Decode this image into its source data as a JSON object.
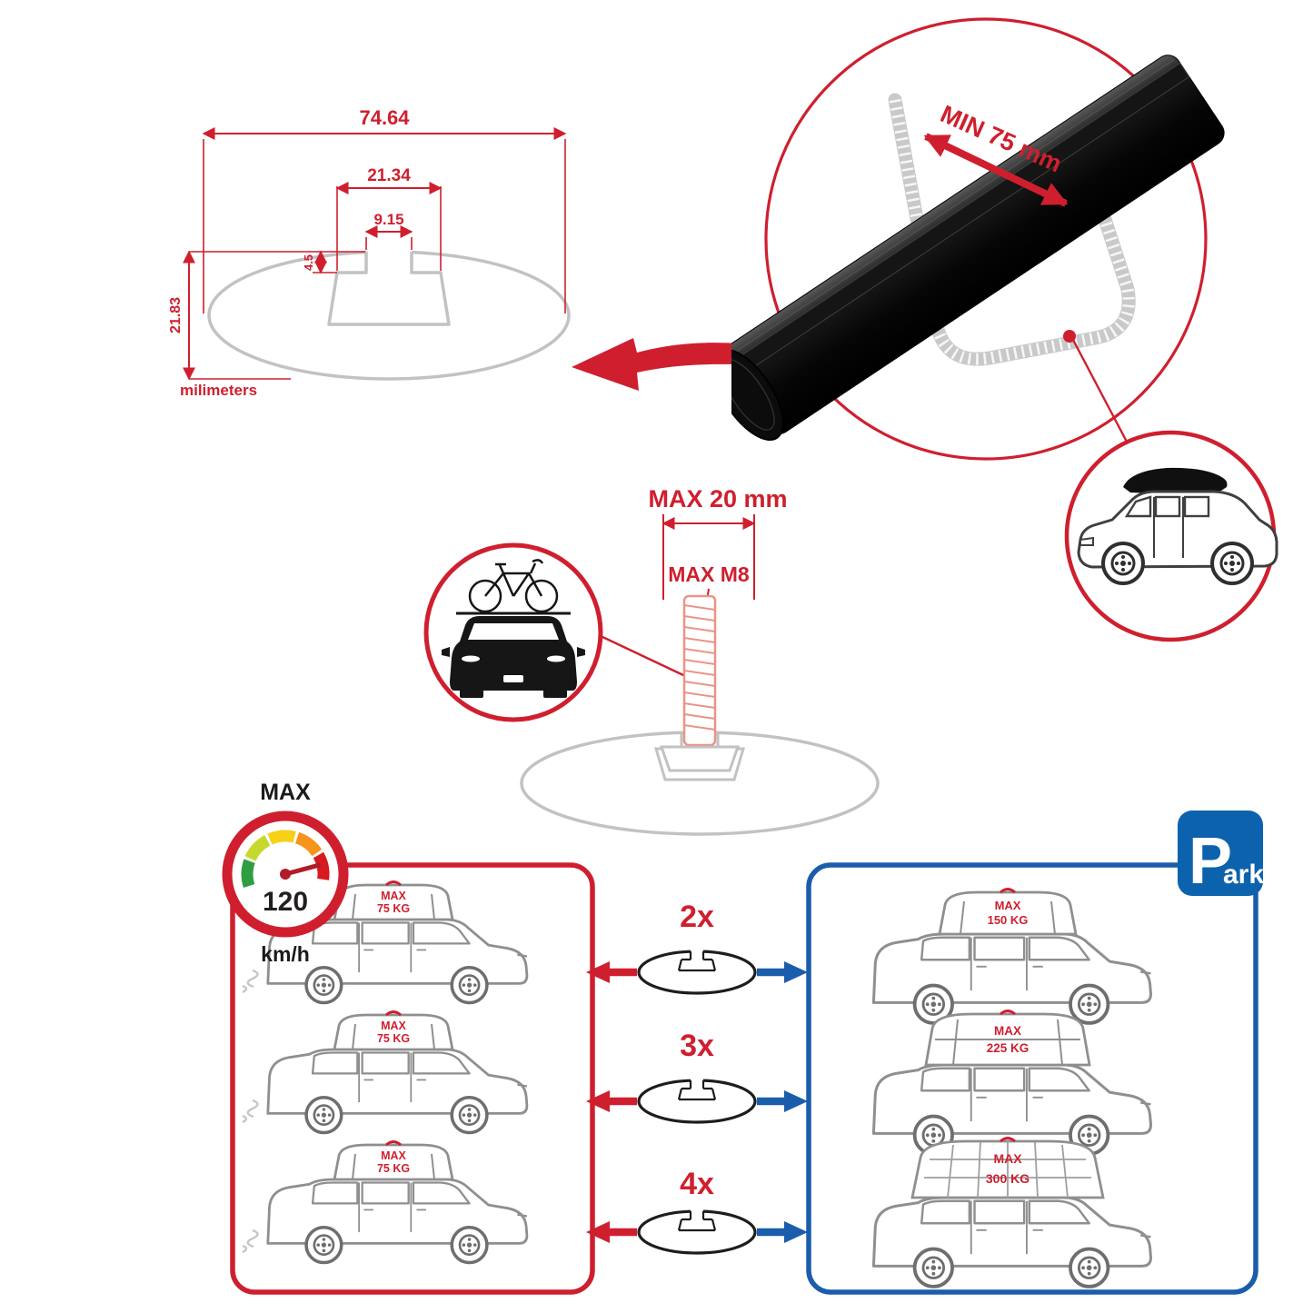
{
  "colors": {
    "accent_red": "#cf1f2e",
    "accent_blue": "#1a5dab",
    "sign_blue": "#0d62ae",
    "sketch_gray": "#c2c2c2",
    "bar_black": "#0a0a0a"
  },
  "cross_section": {
    "total_width": "74.64",
    "channel_width": "21.34",
    "slot_width": "9.15",
    "slot_depth": "4.5",
    "total_height": "21.83",
    "units_label": "milimeters"
  },
  "clamp": {
    "min_label": "MIN 75 mm"
  },
  "bolt": {
    "max_length_label": "MAX 20 mm",
    "max_thread_label": "MAX M8"
  },
  "speed_limit": {
    "title": "MAX",
    "value": "120",
    "unit": "km/h"
  },
  "comparison": {
    "multipliers": [
      "2x",
      "3x",
      "4x"
    ],
    "single_bar_loads": [
      {
        "title": "MAX",
        "value": "75 KG"
      },
      {
        "title": "MAX",
        "value": "75 KG"
      },
      {
        "title": "MAX",
        "value": "75 KG"
      }
    ],
    "multi_bar_loads": [
      {
        "title": "MAX",
        "value": "150 KG"
      },
      {
        "title": "MAX",
        "value": "225 KG"
      },
      {
        "title": "MAX",
        "value": "300 KG"
      }
    ],
    "park_sign": {
      "letter": "P",
      "suffix": "ark"
    }
  }
}
